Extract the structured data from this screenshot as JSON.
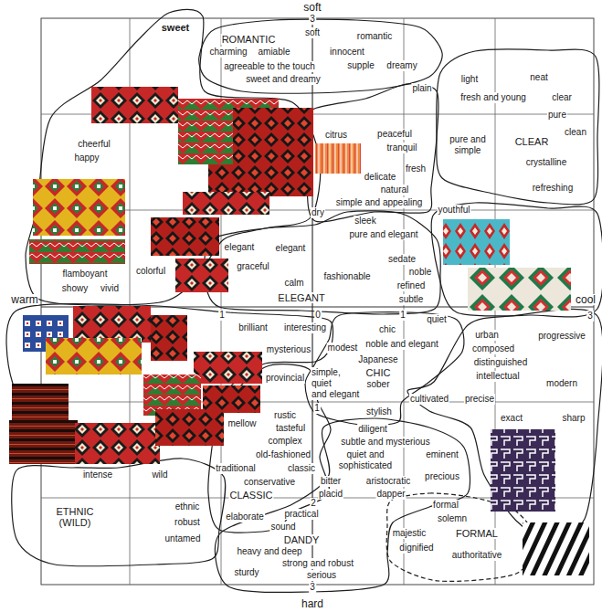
{
  "diagram": {
    "nodes": [
      {
        "text": [
          "sweet",
          "cheerful",
          "happy",
          "colorful",
          "flamboyant",
          "showy",
          "vivid"
        ]
      },
      {
        "text": [
          "ROMANTIC",
          "soft",
          "romantic",
          "charming",
          "amiable",
          "innocent",
          "agreeable to the touch",
          "supple",
          "dreamy",
          "sweet and dreamy"
        ]
      },
      {
        "text": [
          "light",
          "neat",
          "fresh and young",
          "clear",
          "pure",
          "pure and simple",
          "CLEAR",
          "clean",
          "crystalline",
          "refreshing"
        ]
      },
      {
        "text": [
          "plain",
          "citrus",
          "peaceful",
          "tranquil",
          "fresh",
          "delicate",
          "natural",
          "simple and appealing",
          "dry"
        ]
      },
      {
        "text": [
          "youthful"
        ]
      },
      {
        "text": [
          "sleek",
          "pure and elegant",
          "elegant",
          "elegant",
          "graceful",
          "sedate",
          "noble",
          "fashionable",
          "calm",
          "refined",
          "ELEGANT",
          "subtle"
        ]
      },
      {
        "text": [
          "brilliant",
          "interesting",
          "mysterious"
        ]
      },
      {
        "text": [
          "quiet",
          "chic",
          "noble and elegant",
          "modest",
          "Japanese",
          "simple, quiet and elegant",
          "CHIC",
          "sober",
          "stylish"
        ]
      },
      {
        "text": [
          "urban",
          "progressive",
          "composed",
          "distinguished",
          "intellectual",
          "modern",
          "cultivated",
          "precise",
          "exact",
          "sharp"
        ]
      },
      {
        "text": [
          "provincial",
          "rustic",
          "mellow",
          "tasteful",
          "complex",
          "old-fashioned",
          "traditional",
          "classic",
          "conservative",
          "CLASSIC",
          "elaborate"
        ]
      },
      {
        "text": [
          "diligent",
          "subtle and mysterious",
          "quiet and sophisticated",
          "eminent",
          "precious",
          "bitter",
          "aristocratic",
          "placid",
          "dapper",
          "practical",
          "sound",
          "DANDY",
          "heavy and deep",
          "strong and robust",
          "sturdy",
          "serious"
        ]
      },
      {
        "text": [
          "intense",
          "wild",
          "ethnic",
          "ETHNIC (WILD)",
          "robust",
          "untamed"
        ]
      },
      {
        "text": [
          "formal",
          "solemn",
          "majestic",
          "FORMAL",
          "dignified",
          "authoritative"
        ]
      }
    ],
    "labels": [
      "soft",
      "3",
      "warm",
      "cool",
      "1",
      "0",
      "1",
      "3",
      "1",
      "2",
      "3",
      "hard"
    ]
  }
}
